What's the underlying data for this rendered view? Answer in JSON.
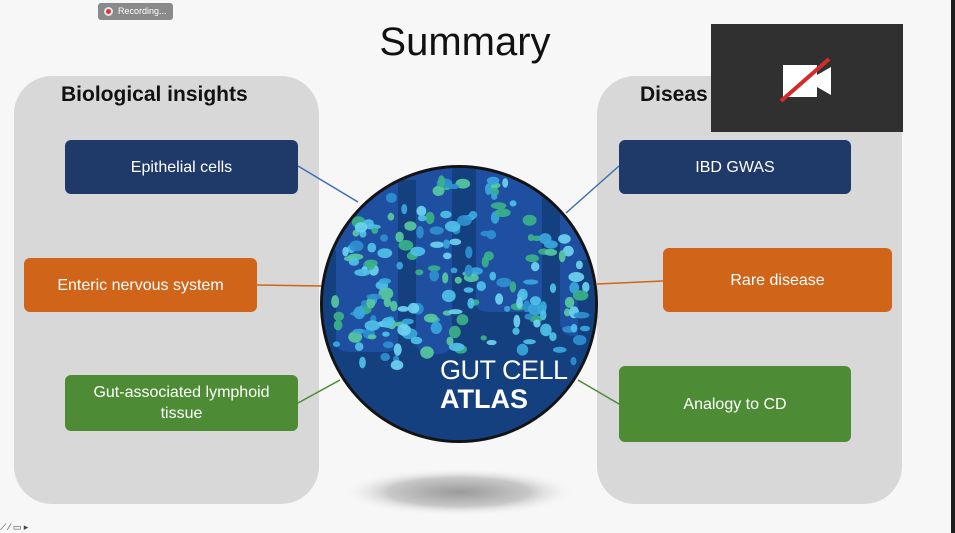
{
  "recording": {
    "label": "Recording..."
  },
  "slide": {
    "title": "Summary",
    "left_panel": {
      "heading": "Biological insights",
      "items": [
        "Epithelial cells",
        "Enteric nervous system",
        "Gut-associated lymphoid tissue"
      ]
    },
    "right_panel": {
      "heading": "Diseas",
      "items": [
        "IBD GWAS",
        "Rare disease",
        "Analogy to CD"
      ]
    },
    "center": {
      "title_line1": "GUT CELL",
      "title_line2": "ATLAS"
    }
  },
  "colors": {
    "navy": "#1f3a68",
    "orange": "#d06419",
    "green": "#4d8c35",
    "circle_blue": "#1e4fa0",
    "panel_gray": "#d8d8d8"
  },
  "icons": {
    "recording": "record-dot-icon",
    "video_off": "camera-off-icon",
    "controls": "annotation-tools-icon"
  },
  "bottom_toolbar": {
    "glyphs": "⟋ ⁄ ▭ ▸"
  }
}
